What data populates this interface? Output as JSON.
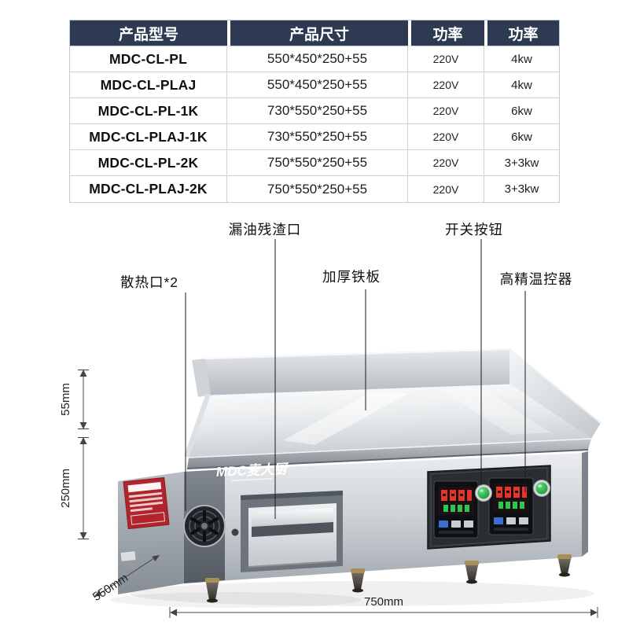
{
  "table": {
    "headers": [
      "产品型号",
      "产品尺寸",
      "功率",
      "功率"
    ],
    "rows": [
      [
        "MDC-CL-PL",
        "550*450*250+55",
        "220V",
        "4kw"
      ],
      [
        "MDC-CL-PLAJ",
        "550*450*250+55",
        "220V",
        "4kw"
      ],
      [
        "MDC-CL-PL-1K",
        "730*550*250+55",
        "220V",
        "6kw"
      ],
      [
        "MDC-CL-PLAJ-1K",
        "730*550*250+55",
        "220V",
        "6kw"
      ],
      [
        "MDC-CL-PL-2K",
        "750*550*250+55",
        "220V",
        "3+3kw"
      ],
      [
        "MDC-CL-PLAJ-2K",
        "750*550*250+55",
        "220V",
        "3+3kw"
      ]
    ]
  },
  "callouts": {
    "drain_port": "漏油残渣口",
    "power_switch": "开关按钮",
    "vent": "散热口*2",
    "plate": "加厚铁板",
    "thermostat": "高精温控器"
  },
  "dimensions": {
    "guard_height": "55mm",
    "body_height": "250mm",
    "depth": "550mm",
    "width": "750mm"
  },
  "machine": {
    "brand": "MDC麦大厨"
  },
  "colors": {
    "header_bg": "#2e3a52",
    "sticker_red": "#b1242c",
    "knob_green": "#2eb34a",
    "digit_red": "#e8332a",
    "digit_green": "#2ec84e"
  }
}
